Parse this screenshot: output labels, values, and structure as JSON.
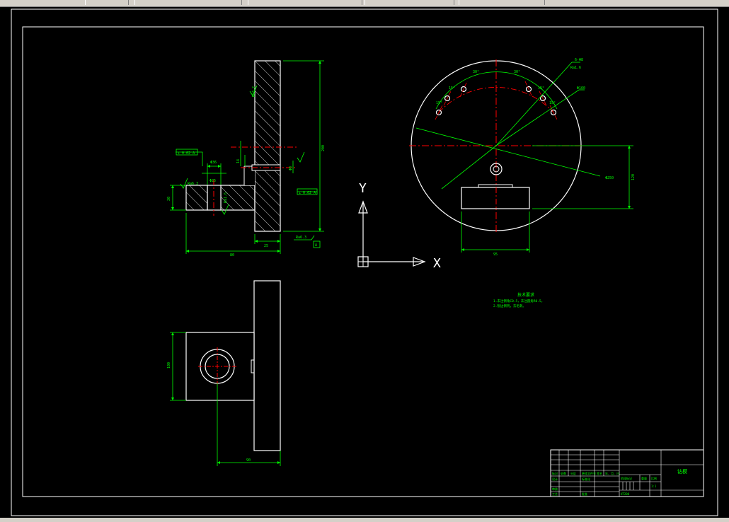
{
  "ucs": {
    "x_label": "X",
    "y_label": "Y"
  },
  "notes": {
    "title": "技术要求",
    "line1": "1.未注倒角C0.5，未注圆角R0.5。",
    "line2": "2.锐边倒钝，去毛刺。"
  },
  "title_block": {
    "part_name": "钻模",
    "material": "HT200",
    "scale": "1:1",
    "labels": [
      "标记",
      "处数",
      "分区",
      "更改文件号",
      "签名",
      "年、月、日",
      "设计",
      "标准化",
      "审核",
      "工艺",
      "批准",
      "阶段标记",
      "重量",
      "比例"
    ]
  },
  "dims": {
    "front_height": "200",
    "front_width": "80",
    "front_plate": "25",
    "flange_h": "20",
    "flange_h2": "25",
    "bore": "Φ36",
    "boss": "Φ25",
    "slot": "14",
    "hole": "Φ8",
    "rough1": "Ra3.2",
    "rough2": "Ra1.6",
    "rough3": "Ra6.3",
    "perp": "⊥ 0.02 A",
    "datum": "A",
    "circle_dia": "Φ250",
    "circle_h": "120",
    "block_w": "95",
    "hole_pcd": "Φ160",
    "hole_dia": "6-Φ8",
    "hole_ra": "Ra1.6",
    "ang1": "15°",
    "ang2": "15°",
    "ang3": "30°",
    "ang4": "30°",
    "ang5": "15°",
    "ang6": "15°",
    "plan_h": "100",
    "plan_w": "90"
  }
}
